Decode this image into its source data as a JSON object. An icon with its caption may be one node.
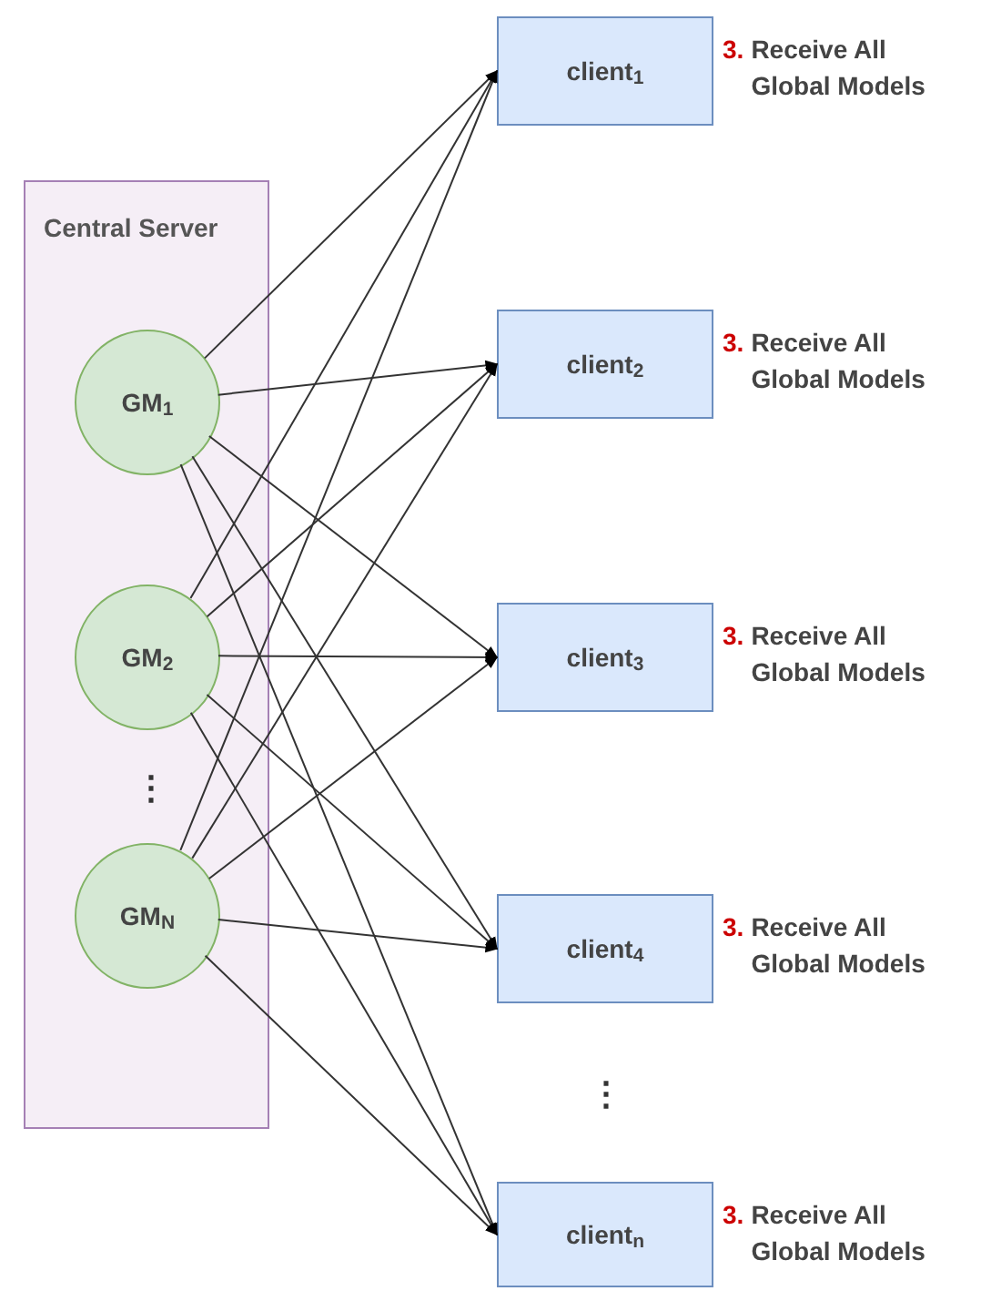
{
  "diagram": {
    "nodes": [
      {
        "text": [
          "Central Server"
        ]
      },
      {
        "text": [
          "GM$_{1}$"
        ],
        "in": 0
      },
      {
        "text": [
          "GM$_{2}$"
        ],
        "in": 0
      },
      {
        "text": [
          "GM$_{N}$"
        ],
        "in": 0
      },
      {
        "text": [
          "client$_{1}$"
        ],
        "beside": [
          "3.",
          "Receive All Global Models"
        ]
      },
      {
        "text": [
          "client$_{2}$"
        ],
        "beside": [
          "3.",
          "Receive All Global Models"
        ]
      },
      {
        "text": [
          "client$_{3}$"
        ],
        "beside": [
          "3.",
          "Receive All Global Models"
        ]
      },
      {
        "text": [
          "client$_{4}$"
        ],
        "beside": [
          "3.",
          "Receive All Global Models"
        ]
      },
      {
        "text": [
          "client$_{n}$"
        ],
        "beside": [
          "3.",
          "Receive All Global Models"
        ]
      }
    ],
    "edges": [
      {
        "from": 1,
        "to": 4,
        "arrow": "to"
      },
      {
        "from": 1,
        "to": 5,
        "arrow": "to"
      },
      {
        "from": 1,
        "to": 6,
        "arrow": "to"
      },
      {
        "from": 1,
        "to": 7,
        "arrow": "to"
      },
      {
        "from": 1,
        "to": 8,
        "arrow": "to"
      },
      {
        "from": 2,
        "to": 4,
        "arrow": "to"
      },
      {
        "from": 2,
        "to": 5,
        "arrow": "to"
      },
      {
        "from": 2,
        "to": 6,
        "arrow": "to"
      },
      {
        "from": 2,
        "to": 7,
        "arrow": "to"
      },
      {
        "from": 2,
        "to": 8,
        "arrow": "to"
      },
      {
        "from": 3,
        "to": 4,
        "arrow": "to"
      },
      {
        "from": 3,
        "to": 5,
        "arrow": "to"
      },
      {
        "from": 3,
        "to": 6,
        "arrow": "to"
      },
      {
        "from": 3,
        "to": 7,
        "arrow": "to"
      },
      {
        "from": 3,
        "to": 8,
        "arrow": "to"
      }
    ],
    "labels": [
      "⋮",
      "⋮"
    ]
  }
}
